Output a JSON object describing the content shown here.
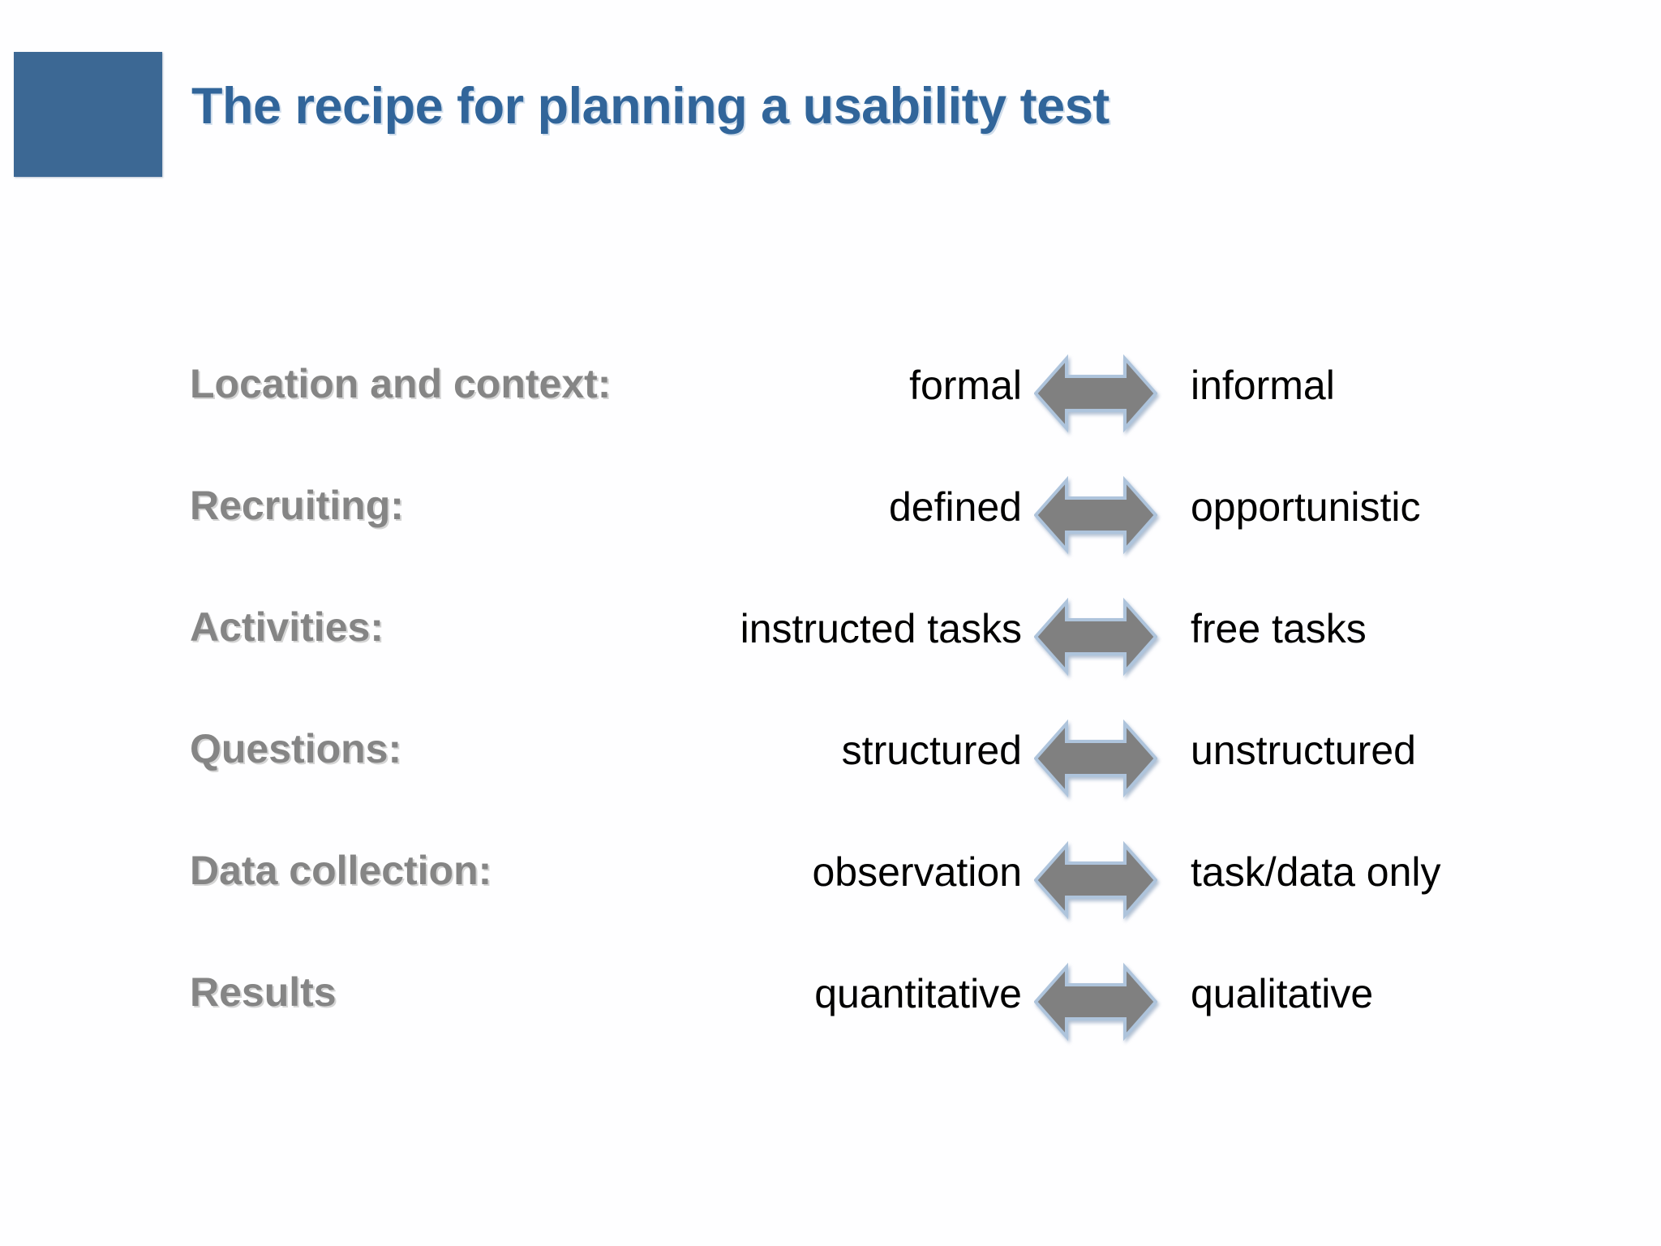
{
  "slide": {
    "title": "The recipe for planning a usability test",
    "accent_color": "#3c6894",
    "title_color": "#31659a",
    "label_color": "#858585",
    "value_color": "#000000",
    "arrow_fill": "#808080",
    "arrow_outline": "#aec4dc",
    "background_color": "#fefeff"
  },
  "rows": [
    {
      "label": "Location and context:",
      "left_value": "formal",
      "right_value": "informal",
      "arrow": "double-headed-arrow-icon"
    },
    {
      "label": "Recruiting:",
      "left_value": "defined",
      "right_value": " opportunistic",
      "arrow": "double-headed-arrow-icon"
    },
    {
      "label": "Activities:",
      "left_value": "instructed tasks",
      "right_value": "free tasks",
      "arrow": "double-headed-arrow-icon"
    },
    {
      "label": "Questions:",
      "left_value": "structured",
      "right_value": "unstructured",
      "arrow": "double-headed-arrow-icon"
    },
    {
      "label": "Data collection:",
      "left_value": "observation",
      "right_value": "task/data only",
      "arrow": "double-headed-arrow-icon"
    },
    {
      "label": "Results",
      "left_value": "quantitative",
      "right_value": "qualitative",
      "arrow": "double-headed-arrow-icon"
    }
  ]
}
